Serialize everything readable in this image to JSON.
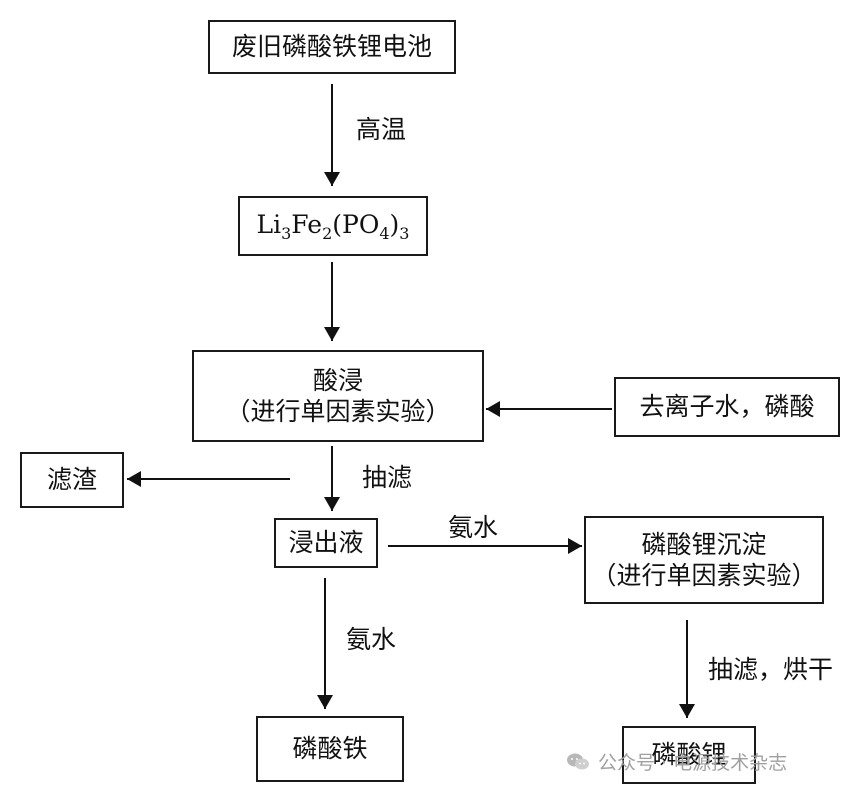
{
  "nodes": {
    "spent_battery": "废旧磷酸铁锂电池",
    "intermediate": {
      "p1": "Li",
      "s1": "3",
      "p2": "Fe",
      "s2": "2",
      "p3": "(PO",
      "s3": "4",
      "p4": ")",
      "s4": "3"
    },
    "acid_leach": {
      "line1": "酸浸",
      "line2": "（进行单因素实验）"
    },
    "reagents": "去离子水，磷酸",
    "residue": "滤渣",
    "leachate": "浸出液",
    "lithium_precip": {
      "line1": "磷酸锂沉淀",
      "line2": "（进行单因素实验）"
    },
    "iron_phosphate": "磷酸铁",
    "lithium_phosphate": "磷酸锂"
  },
  "edges": {
    "high_temp": "高温",
    "suction_filter": "抽滤",
    "ammonia_right": "氨水",
    "ammonia_down": "氨水",
    "filter_dry": "抽滤，烘干"
  },
  "watermark": {
    "text": "公众号 · 电源技术杂志",
    "icon": "wechat-icon"
  }
}
